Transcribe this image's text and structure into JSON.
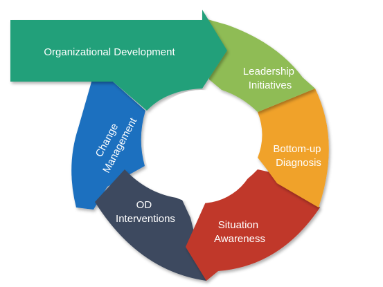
{
  "diagram": {
    "title": "Organizational Development",
    "segments": [
      {
        "key": "leadership",
        "line1": "Leadership",
        "line2": "Initiatives",
        "color": "#8fbc55"
      },
      {
        "key": "bottomup",
        "line1": "Bottom-up",
        "line2": "Diagnosis",
        "color": "#f0a22a"
      },
      {
        "key": "situation",
        "line1": "Situation",
        "line2": "Awareness",
        "color": "#c0392b"
      },
      {
        "key": "od",
        "line1": "OD",
        "line2": "Interventions",
        "color": "#3e4a5f"
      },
      {
        "key": "change",
        "line1": "Change",
        "line2": "Management",
        "color": "#1f6fbf"
      }
    ],
    "main_arrow_color": "#23a07a"
  }
}
